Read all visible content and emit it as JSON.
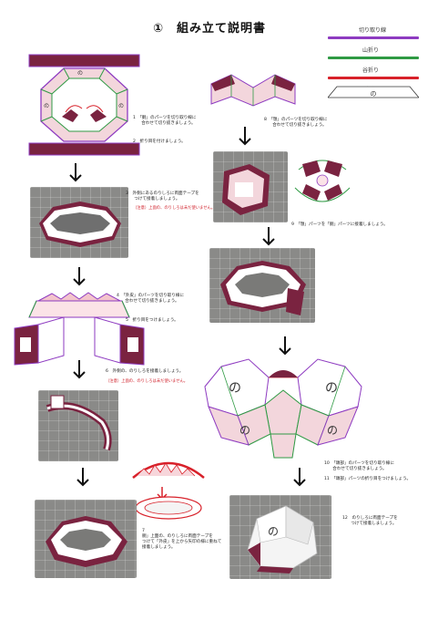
{
  "title": "①　組み立て説明書",
  "legend": {
    "cut_line": "切り取り線",
    "mountain_fold": "山折り",
    "valley_fold": "谷折り",
    "glue_tab": "のりしろ",
    "glue_symbol": "の",
    "colors": {
      "cut": "#8e3bc1",
      "mountain": "#2f9a44",
      "valley": "#d8212a"
    }
  },
  "steps": {
    "s1": "1　「胴」のパーツを切り取り線に\n　　合わせて切り抜きましょう。",
    "s2": "2　折り目を付けましょう。",
    "s3": "3　外側にあるのりしろに両面テープを\n　　つけて接着しましょう。",
    "s3_note": "（注意）上面の、のりしろは未だ使いません。",
    "s4": "4　「外皮」のパーツを切り取り線に\n　　合わせて切り抜きましょう。",
    "s5": "5　折り目をつけましょう。",
    "s6": "6　外側の、のりしろを接着しましょう。",
    "s6_note": "（注意）上面の、のりしろは未だ使いません。",
    "s7": "7\n胴」上面の、のりしろに両面テープを\nつけて「外皮」を上から矢印の様に重ねて\n接着しましょう。",
    "s8": "8　「顎」のパーツを切り取り線に\n　　合わせて切り抜きましょう。",
    "s9": "9　「顎」パーツを「胴」パーツに接着しましょう。",
    "s10": "10　「頭部」のパーツを切り取り線に\n　　合わせて切り抜きましょう。",
    "s11": "11　「頭部」パーツの折り目をつけましょう。",
    "s12": "12　のりしろに両面テープを\n　　つけて接着しましょう。"
  },
  "parts": {
    "glue_mark": "の"
  }
}
